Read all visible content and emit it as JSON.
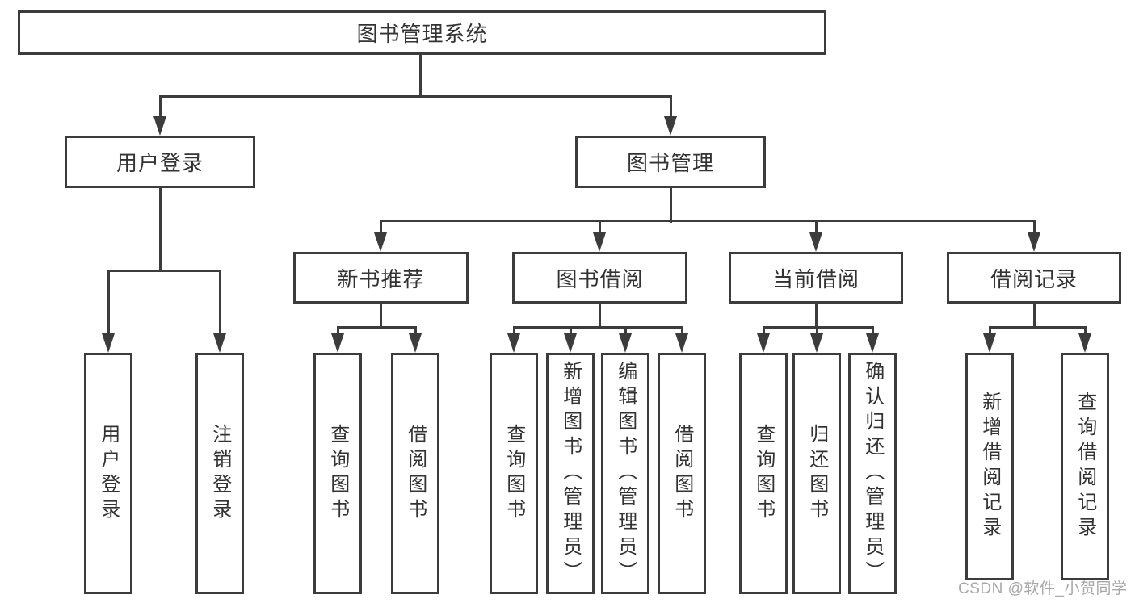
{
  "diagram": {
    "type": "hierarchy-tree",
    "tree": {
      "root": {
        "label": "图书管理系统"
      },
      "branches": [
        {
          "label": "用户登录",
          "children": [
            {
              "label": "用户登录"
            },
            {
              "label": "注销登录"
            }
          ]
        },
        {
          "label": "图书管理",
          "children": [
            {
              "label": "新书推荐",
              "children": [
                {
                  "label": "查询图书"
                },
                {
                  "label": "借阅图书"
                }
              ]
            },
            {
              "label": "图书借阅",
              "children": [
                {
                  "label": "查询图书"
                },
                {
                  "label": "新增图书（管理员）"
                },
                {
                  "label": "编辑图书（管理员）"
                },
                {
                  "label": "借阅图书"
                }
              ]
            },
            {
              "label": "当前借阅",
              "children": [
                {
                  "label": "查询图书"
                },
                {
                  "label": "归还图书"
                },
                {
                  "label": "确认归还（管理员）"
                }
              ]
            },
            {
              "label": "借阅记录",
              "children": [
                {
                  "label": "新增借阅记录"
                },
                {
                  "label": "查询借阅记录"
                }
              ]
            }
          ]
        }
      ]
    },
    "colors": {
      "line": "#3c3c3c",
      "text": "#333333",
      "watermark_text_color": "#a8a8a8",
      "background": "#ffffff"
    },
    "watermark": {
      "text": "CSDN @软件_小贺同学"
    }
  }
}
